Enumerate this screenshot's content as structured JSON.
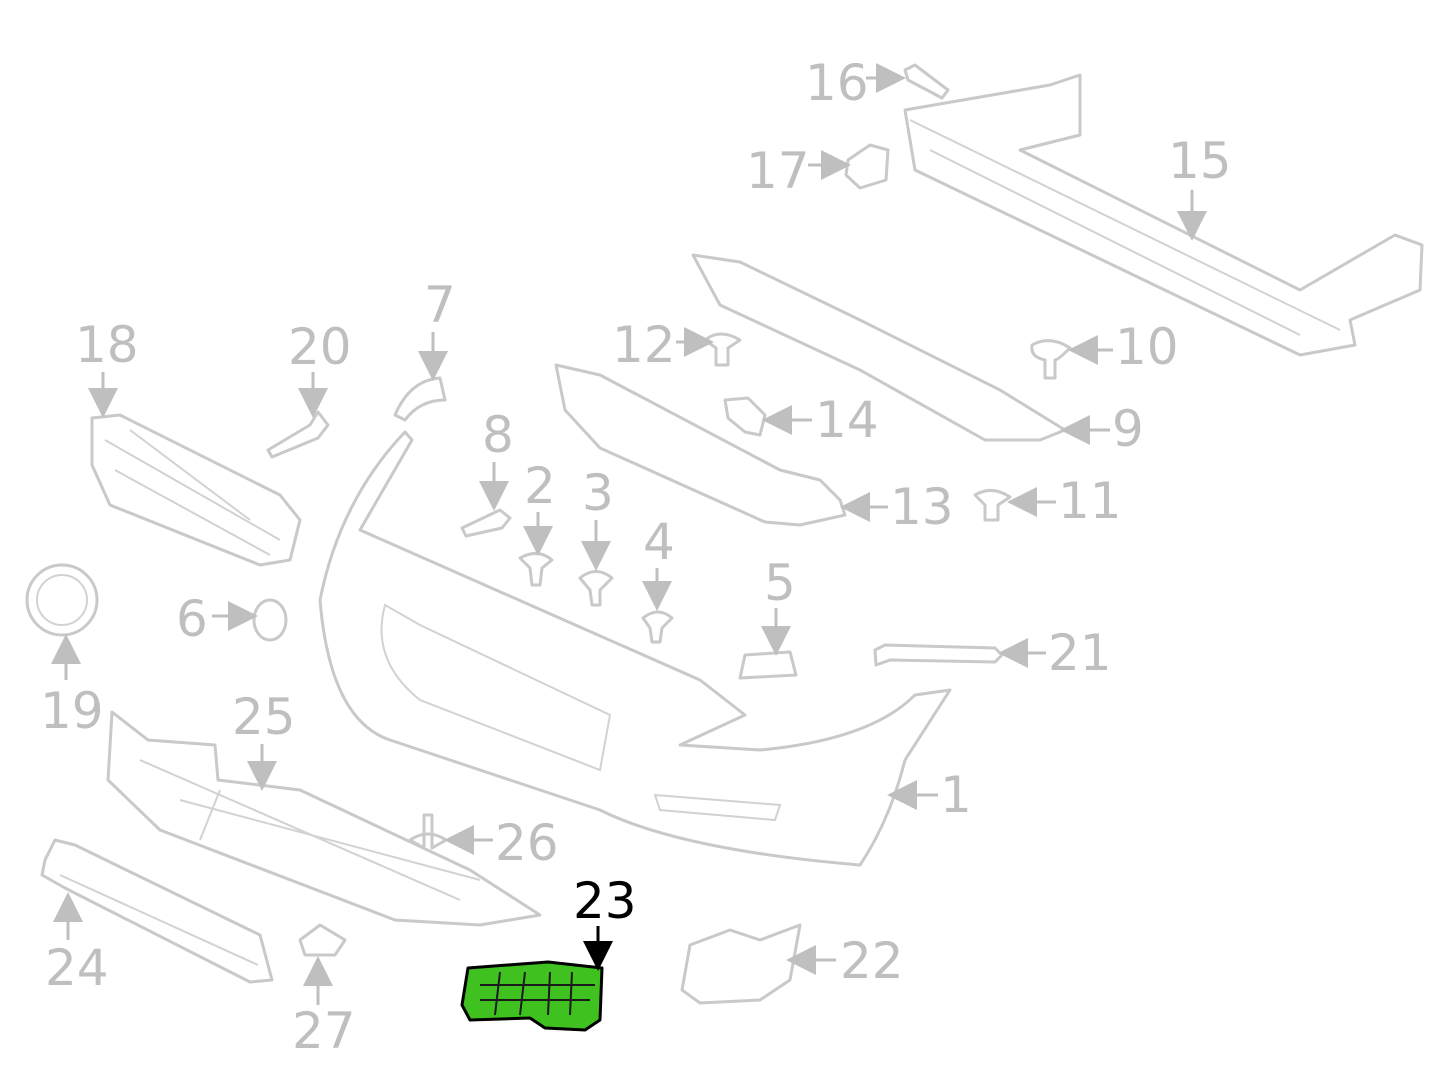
{
  "diagram": {
    "labels": [
      "1",
      "2",
      "3",
      "4",
      "5",
      "6",
      "7",
      "8",
      "9",
      "10",
      "11",
      "12",
      "13",
      "14",
      "15",
      "16",
      "17",
      "18",
      "19",
      "20",
      "21",
      "22",
      "23",
      "24",
      "25",
      "26",
      "27"
    ],
    "selected_label": "23",
    "colors": {
      "selected_part": "#3fc21f",
      "outline": "#c9c9c9",
      "label": "#bfbfbf",
      "selected_text": "#000000"
    }
  }
}
